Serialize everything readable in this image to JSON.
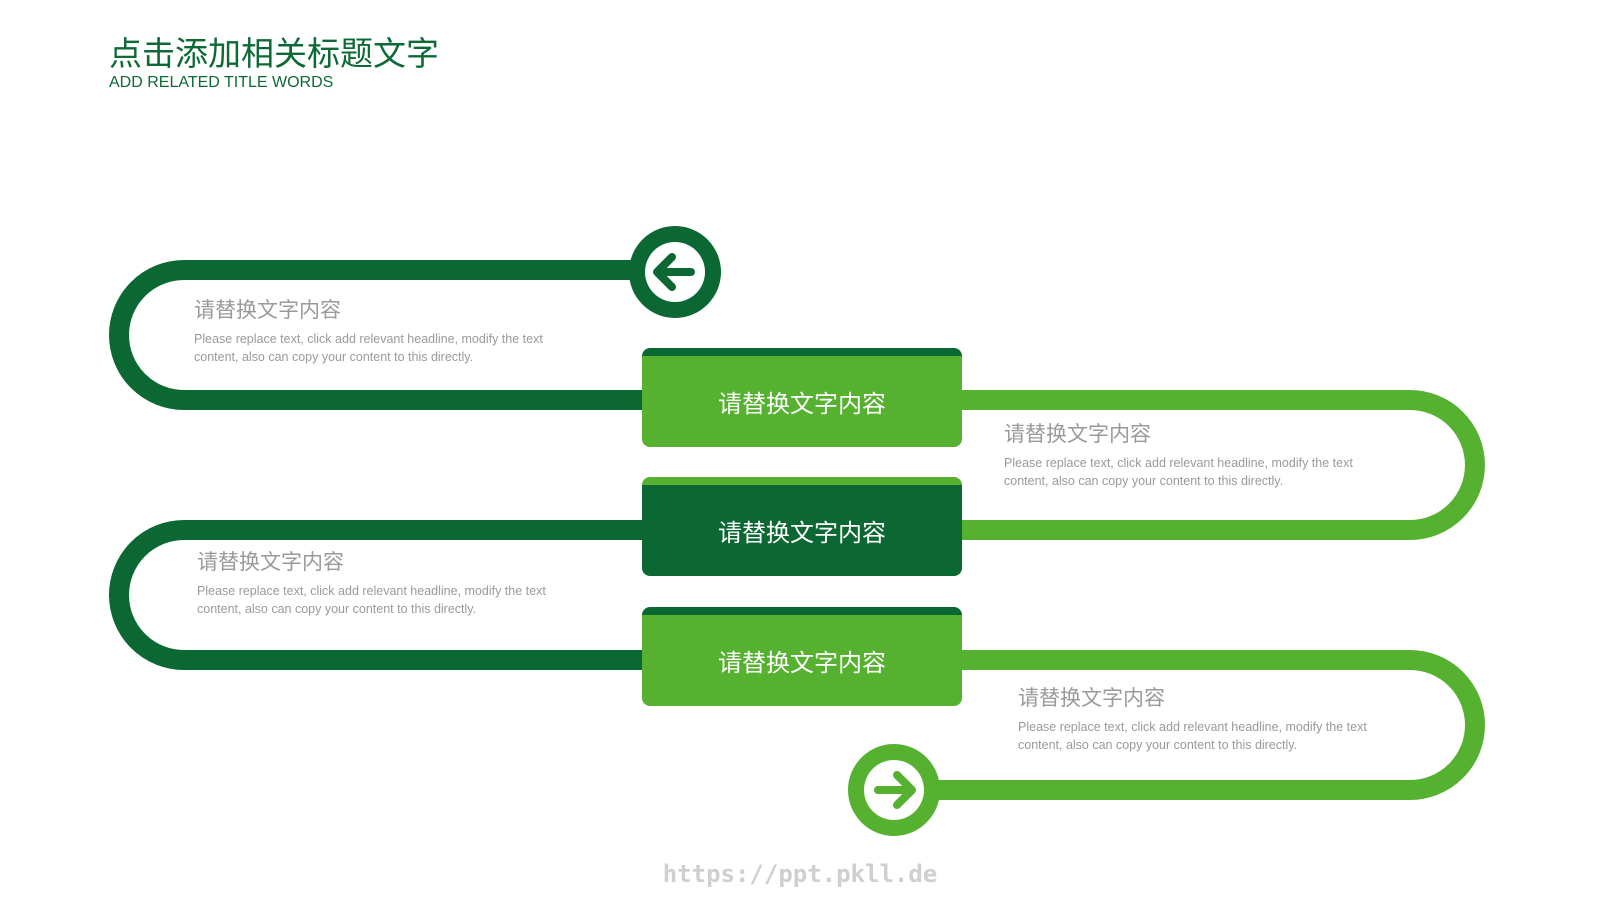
{
  "header": {
    "title_cn": "点击添加相关标题文字",
    "title_en": "ADD RELATED TITLE WORDS"
  },
  "steps": [
    {
      "label": "请替换文字内容"
    },
    {
      "label": "请替换文字内容"
    },
    {
      "label": "请替换文字内容"
    }
  ],
  "descriptions": [
    {
      "heading": "请替换文字内容",
      "body": "Please replace text, click add relevant headline, modify the text content, also can copy your content to this directly."
    },
    {
      "heading": "请替换文字内容",
      "body": "Please replace text, click add relevant headline, modify the text content, also can copy your content to this directly."
    },
    {
      "heading": "请替换文字内容",
      "body": "Please replace text, click add relevant headline, modify the text content, also can copy your content to this directly."
    },
    {
      "heading": "请替换文字内容",
      "body": "Please replace text, click add relevant headline, modify the text content, also can copy your content to this directly."
    }
  ],
  "icons": {
    "start": "arrow-left-icon",
    "end": "arrow-right-icon"
  },
  "colors": {
    "dark_green": "#0c6833",
    "light_green": "#55b12f",
    "muted_text": "#9a9a9a"
  },
  "watermark": "https://ppt.pkll.de"
}
